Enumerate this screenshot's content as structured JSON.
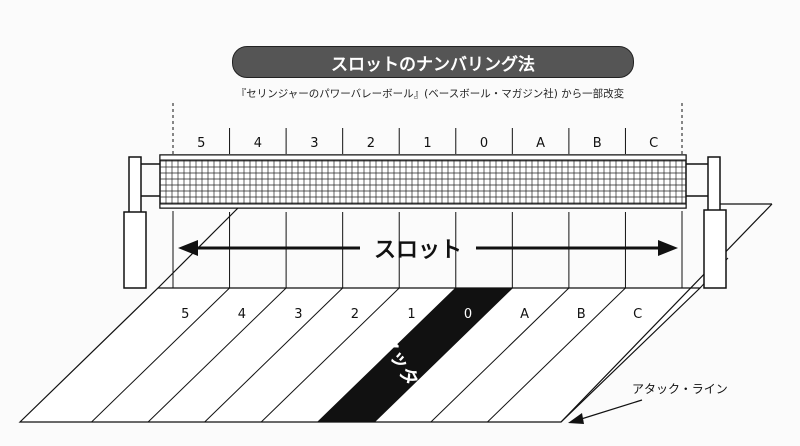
{
  "title": "スロットのナンバリング法",
  "source_note": "『セリンジャーのパワーバレーボール』(ベースボール・マガジン社) から一部改変",
  "slot_labels": [
    "5",
    "4",
    "3",
    "2",
    "1",
    "0",
    "A",
    "B",
    "C"
  ],
  "slot_arrow_label": "スロット",
  "setter_label": "セッター",
  "setter_slot": "0",
  "attack_line_label": "アタック・ライン",
  "colors": {
    "title_bg": "#555555",
    "stripe": "#111111",
    "line": "#111111"
  }
}
